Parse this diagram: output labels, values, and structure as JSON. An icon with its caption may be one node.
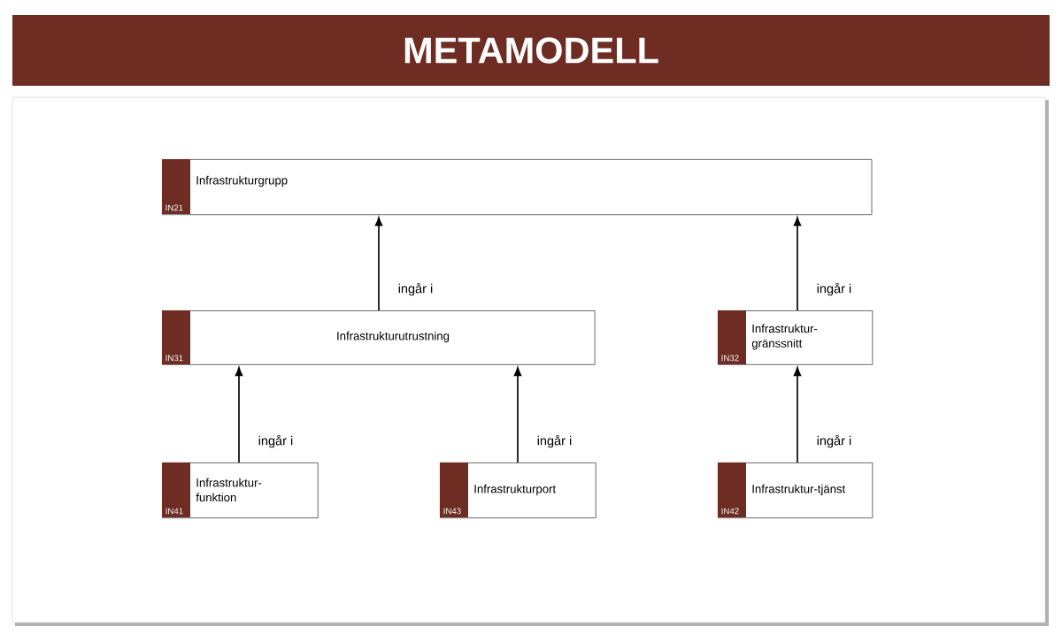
{
  "diagram": {
    "title": "METAMODELL",
    "nodes": [
      {
        "text": [
          "Infrastrukturgrupp",
          "IN21"
        ]
      },
      {
        "text": [
          "Infrastrukturutrustning",
          "IN31"
        ]
      },
      {
        "text": [
          "Infrastruktur-gränssnitt",
          "IN32"
        ]
      },
      {
        "text": [
          "Infrastruktur-funktion",
          "IN41"
        ]
      },
      {
        "text": [
          "Infrastrukturport",
          "IN43"
        ]
      },
      {
        "text": [
          "Infrastruktur-tjänst",
          "IN42"
        ]
      }
    ],
    "edges": [
      {
        "from": 1,
        "to": 0,
        "arrow": "to",
        "label": "ingår i"
      },
      {
        "from": 2,
        "to": 0,
        "arrow": "to",
        "label": "ingår i"
      },
      {
        "from": 3,
        "to": 1,
        "arrow": "to",
        "label": "ingår i"
      },
      {
        "from": 4,
        "to": 1,
        "arrow": "to",
        "label": "ingår i"
      },
      {
        "from": 5,
        "to": 2,
        "arrow": "to",
        "label": "ingår i"
      }
    ]
  }
}
